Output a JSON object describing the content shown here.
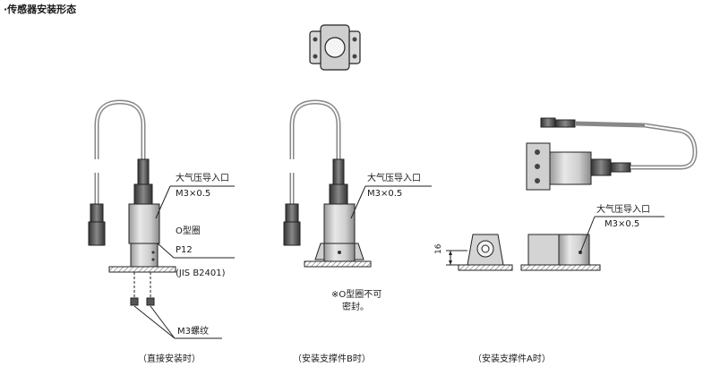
{
  "title": "·传感器安装形态",
  "figures": {
    "direct": {
      "callout_inlet": "大气压导入口",
      "callout_thread": "M3×0.5",
      "callout_oring": "O型圈",
      "callout_oring_size": "P12",
      "callout_standard": "(JIS B2401)",
      "callout_screw": "M3螺纹",
      "caption": "（直接安装时）"
    },
    "bracket_b": {
      "callout_inlet": "大气压导入口",
      "callout_thread": "M3×0.5",
      "note_line1": "※O型圈不可",
      "note_line2": "密封。",
      "caption": "（安装支撑件B时）"
    },
    "bracket_a": {
      "callout_inlet": "大气压导入口",
      "callout_thread": "M3×0.5",
      "dim_height": "16",
      "caption": "（安装支撑件A时）"
    }
  }
}
